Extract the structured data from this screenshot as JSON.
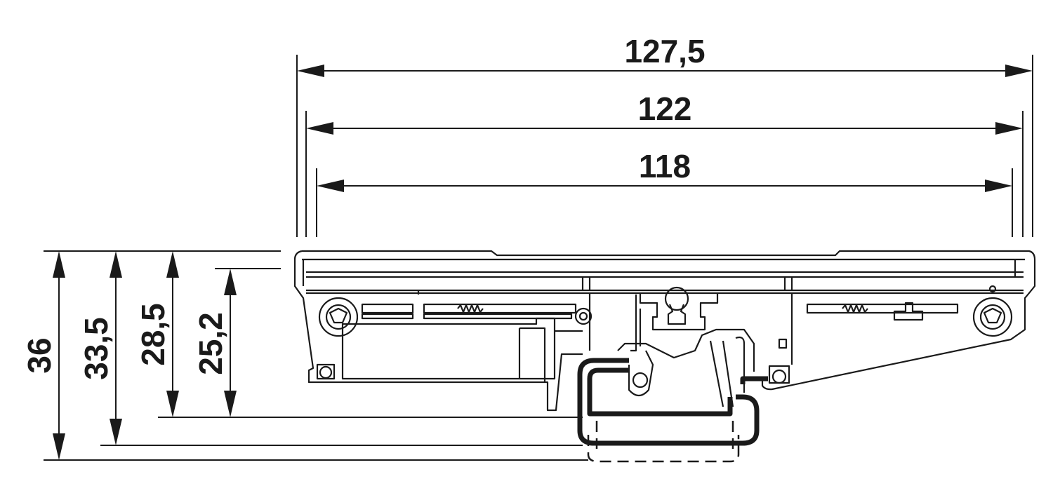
{
  "dimensions": {
    "horizontal": [
      {
        "label": "127,5"
      },
      {
        "label": "122"
      },
      {
        "label": "118"
      }
    ],
    "vertical": [
      {
        "label": "36"
      },
      {
        "label": "33,5"
      },
      {
        "label": "28,5"
      },
      {
        "label": "25,2"
      }
    ]
  },
  "colors": {
    "line": "#1a1a1a",
    "background": "#ffffff"
  }
}
